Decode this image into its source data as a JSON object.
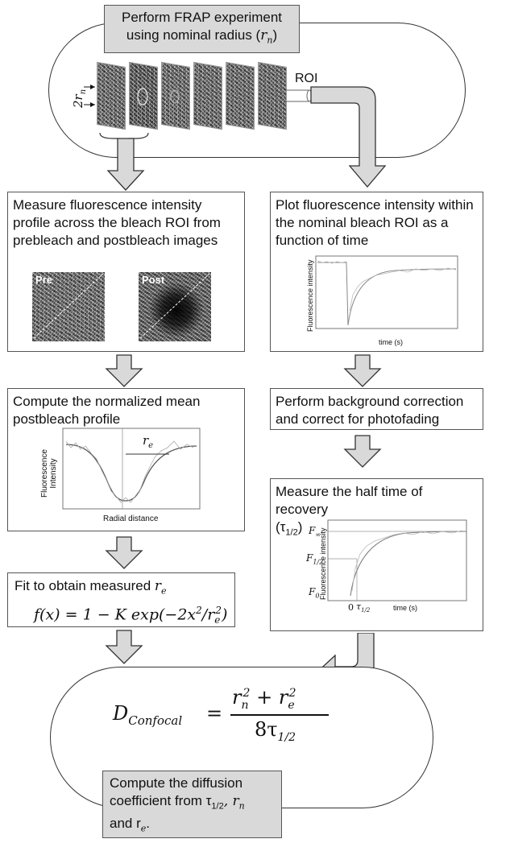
{
  "top": {
    "title_line1": "Perform FRAP experiment",
    "title_line2": "using nominal radius (",
    "rn": "r",
    "rn_sub": "n",
    "title_close": ")",
    "roi_label": "ROI",
    "diameter_label": "2r",
    "diameter_sub": "n"
  },
  "left_col": {
    "step1": {
      "text_line1": "Measure fluorescence intensity",
      "text_line2": "profile across the bleach ROI from",
      "text_line3": "prebleach and postbleach images",
      "pre_label": "Pre",
      "post_label": "Post"
    },
    "step2": {
      "text_line1": "Compute the normalized mean",
      "text_line2": "postbleach profile",
      "plot": {
        "ylabel_line1": "Fluorescence",
        "ylabel_line2": "Intensity",
        "xlabel": "Radial distance",
        "annotation": "r",
        "annotation_sub": "e"
      }
    },
    "step3": {
      "text": "Fit to obtain measured ",
      "re": "r",
      "re_sub": "e",
      "formula_lhs": "f(x) = 1 − K exp(−2x",
      "formula_sup": "2",
      "formula_mid": "/r",
      "formula_sub": "e",
      "formula_sup2": "2",
      "formula_end": ")"
    }
  },
  "right_col": {
    "step1": {
      "text_line1": "Plot fluorescence intensity within",
      "text_line2": "the nominal bleach ROI as a",
      "text_line3": "function of time",
      "plot": {
        "ylabel": "Fluorescence intensity",
        "xlabel": "time (s)"
      }
    },
    "step2": {
      "text_line1": "Perform background correction",
      "text_line2": "and correct for photofading"
    },
    "step3": {
      "text_line1": "Measure the half time of recovery",
      "text_line2": "(τ",
      "text_sub": "1/2",
      "text_close": ")",
      "plot": {
        "ylabel": "Fluorescence intensity",
        "xlabel": "time (s)",
        "f_inf": "F",
        "f_inf_sub": "∞",
        "f_half": "F",
        "f_half_sub": "1/2",
        "f0": "F",
        "f0_sub": "0",
        "x_zero": "0",
        "x_tau": "τ",
        "x_tau_sub": "1/2"
      }
    }
  },
  "bottom": {
    "eq_lhs": "D",
    "eq_lhs_sub": "Confocal",
    "eq_equals": "=",
    "eq_num_a": "r",
    "eq_num_a_sub": "n",
    "eq_num_a_sup": "2",
    "eq_plus": "+",
    "eq_num_b": "r",
    "eq_num_b_sub": "e",
    "eq_num_b_sup": "2",
    "eq_den": "8τ",
    "eq_den_sub": "1/2",
    "caption_line1": "Compute the diffusion",
    "caption_line2": "coefficient from τ",
    "caption_tau_sub": "1/2",
    "caption_mid": ", r",
    "caption_rn_sub": "n",
    "caption_line3": "and r",
    "caption_re_sub": "e",
    "caption_end": "."
  },
  "colors": {
    "arrow_fill": "#d9d9d9",
    "border": "#555555",
    "grey_box": "#d9d9d9"
  }
}
